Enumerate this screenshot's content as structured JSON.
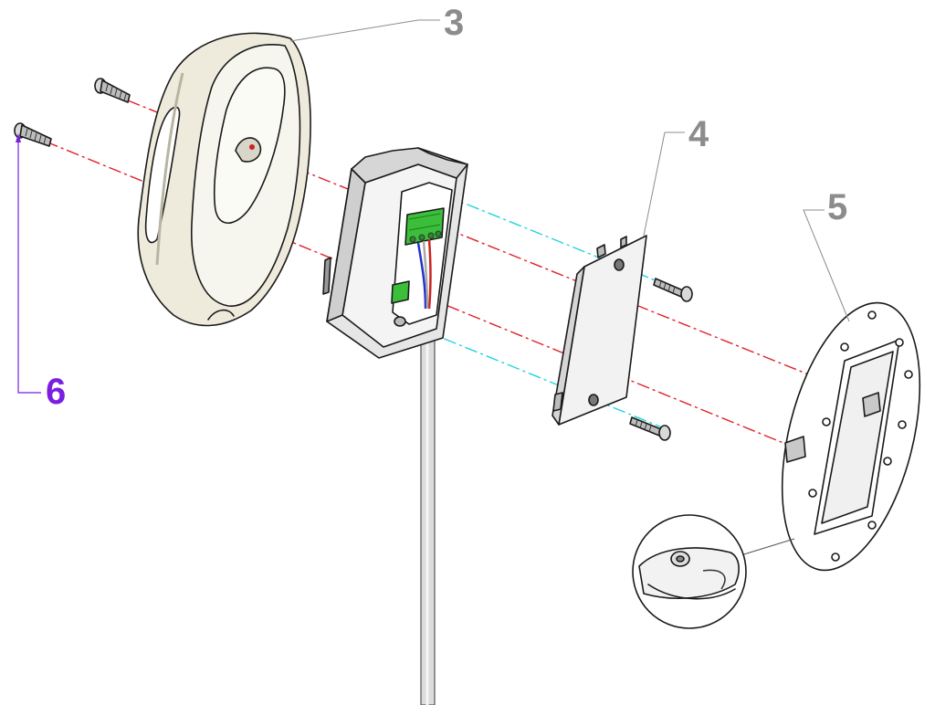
{
  "callouts": {
    "c3": {
      "label": "3",
      "color": "#8c8c8c"
    },
    "c4": {
      "label": "4",
      "color": "#8c8c8c"
    },
    "c5": {
      "label": "5",
      "color": "#8c8c8c"
    },
    "c6": {
      "label": "6",
      "color": "#7a1fe0"
    }
  },
  "colors": {
    "axis_red": "#e0202a",
    "axis_cyan": "#22d3e0",
    "cover_fill": "#eeebdc",
    "box_fill": "#e6e6e6",
    "terminal_green": "#3bbf3b",
    "plate_fill": "#f2f2f2",
    "gasket_fill": "#ffffff"
  }
}
